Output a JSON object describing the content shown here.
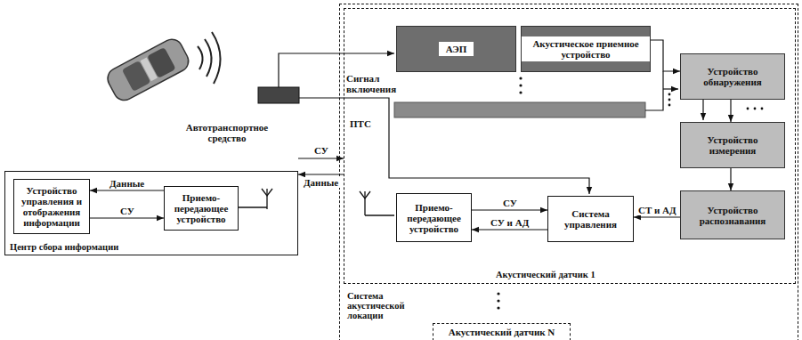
{
  "diagram": {
    "nodes": [
      {
        "text": [
          "Центр сбора информации"
        ]
      },
      {
        "text": [
          "Устройство управления и отображения информации"
        ],
        "in": 0
      },
      {
        "text": [
          "Приемо-передающее устройство"
        ],
        "in": 0
      },
      {
        "text": [
          "Система акустической локации"
        ]
      },
      {
        "text": [
          "Акустический датчик 1"
        ],
        "in": 3
      },
      {
        "text": [
          "АЭП"
        ],
        "in": 4
      },
      {
        "text": [
          "Акустическое приемное устройство"
        ],
        "in": 4
      },
      {
        "text": [
          "Устройство обнаружения"
        ],
        "in": 4
      },
      {
        "text": [
          "Устройство измерения"
        ],
        "in": 4
      },
      {
        "text": [
          "Устройство распознавания"
        ],
        "in": 4
      },
      {
        "text": [
          "Приемо-передающее устройство"
        ],
        "in": 4
      },
      {
        "text": [
          "Система управления"
        ],
        "in": 4
      },
      {
        "text": [
          "Акустический датчик N"
        ],
        "in": 3
      }
    ],
    "edges": [
      {
        "from": 2,
        "to": 1,
        "label": "Данные",
        "arrow": "to"
      },
      {
        "from": 1,
        "to": 2,
        "label": "СУ",
        "arrow": "to"
      },
      {
        "from": 0,
        "to": 4,
        "label": "СУ",
        "arrow": "to"
      },
      {
        "from": 4,
        "to": 0,
        "label": "Данные",
        "arrow": "to"
      },
      {
        "from": 6,
        "to": 7,
        "arrow": "to"
      },
      {
        "from": 7,
        "to": 8,
        "arrow": "to"
      },
      {
        "from": 8,
        "to": 9,
        "arrow": "to"
      },
      {
        "from": 9,
        "to": 11,
        "label": "СТ и АД",
        "arrow": "to"
      },
      {
        "from": 10,
        "to": 11,
        "label": "СУ",
        "arrow": "to"
      },
      {
        "from": 11,
        "to": 10,
        "label": "СУ и АД",
        "arrow": "to"
      }
    ],
    "labels": [
      "Автотранспортное средство",
      "Сигнал включения",
      "ПТС"
    ]
  }
}
